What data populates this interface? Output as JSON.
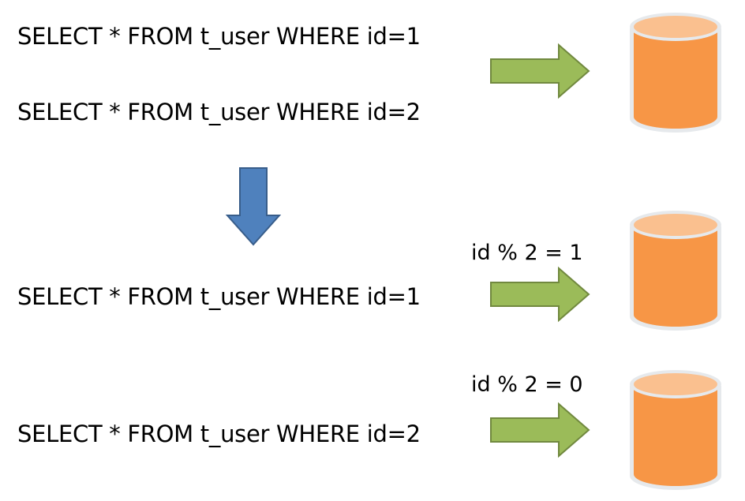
{
  "before": {
    "queries": [
      "SELECT * FROM t_user WHERE id=1",
      "SELECT * FROM t_user WHERE id=2"
    ]
  },
  "after": {
    "queries": [
      "SELECT * FROM t_user WHERE id=1",
      "SELECT * FROM t_user WHERE id=2"
    ],
    "conditions": [
      "id % 2 = 1",
      "id % 2 = 0"
    ]
  },
  "colors": {
    "arrow_right_fill": "#9bbb59",
    "arrow_right_stroke": "#71893f",
    "arrow_down_fill": "#4f81bd",
    "arrow_down_stroke": "#385d8a",
    "db_body": "#f79646",
    "db_top": "#fac08f",
    "db_edge": "#e9ecef"
  },
  "icons": {
    "database": "database-cylinder-icon",
    "forward": "arrow-right-icon",
    "transform": "arrow-down-icon"
  }
}
